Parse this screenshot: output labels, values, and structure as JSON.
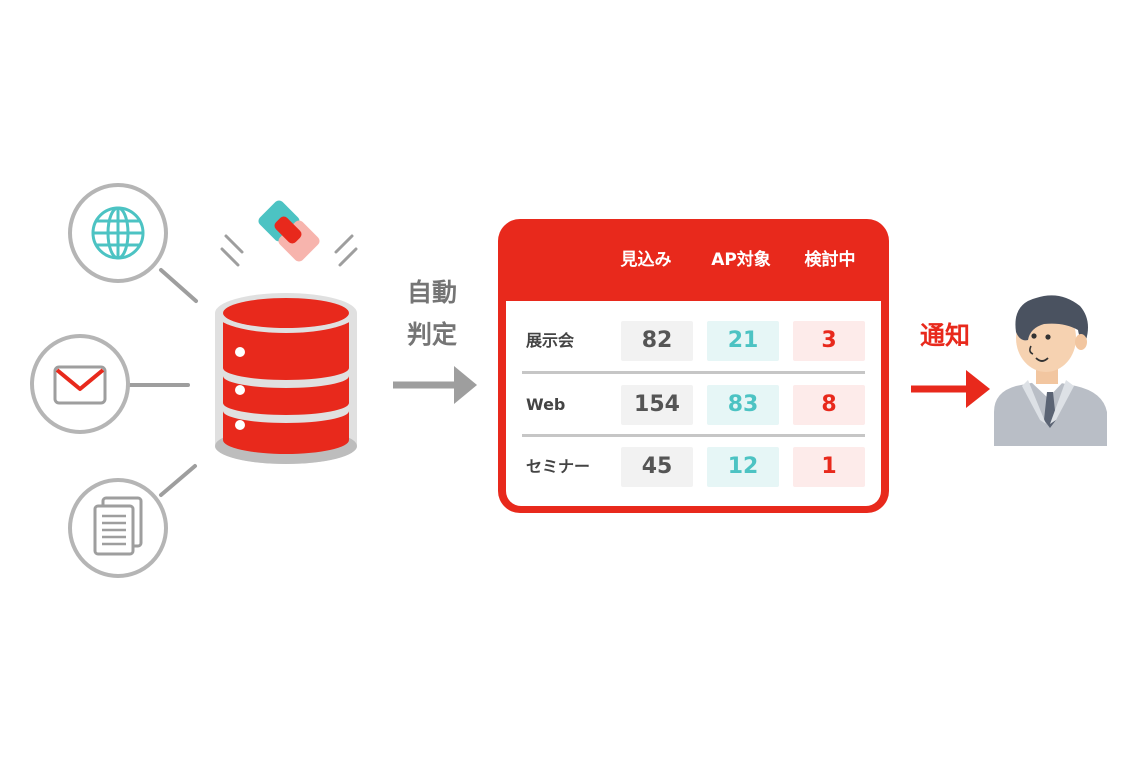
{
  "step_label": {
    "line1": "自動",
    "line2": "判定"
  },
  "notify_label": "通知",
  "table": {
    "columns": [
      "見込み",
      "AP対象",
      "検討中"
    ],
    "rows": [
      {
        "label": "展示会",
        "values": [
          "82",
          "21",
          "3"
        ]
      },
      {
        "label": "Web",
        "values": [
          "154",
          "83",
          "8"
        ]
      },
      {
        "label": "セミナー",
        "values": [
          "45",
          "12",
          "1"
        ]
      }
    ]
  },
  "colors": {
    "accent_red": "#e8291c",
    "teal": "#4cc3c3",
    "gray": "#9e9e9e"
  },
  "icons": [
    "globe-icon",
    "mail-icon",
    "document-icon",
    "database-icon",
    "logo-icon",
    "arrow-right-icon",
    "person-icon"
  ]
}
